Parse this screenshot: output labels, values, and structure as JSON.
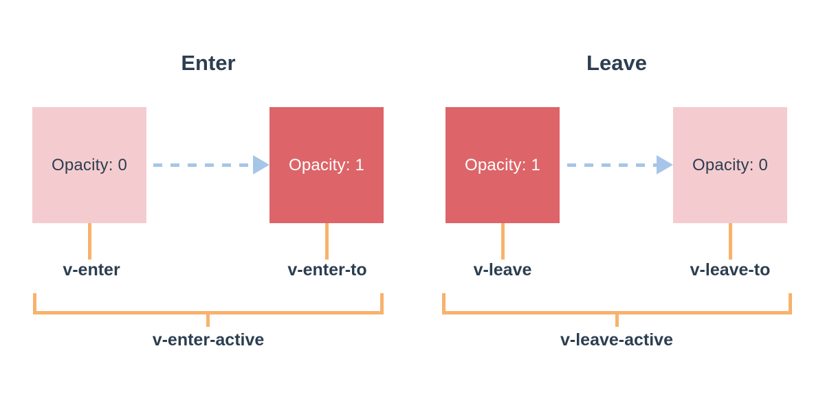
{
  "colors": {
    "background": "#ffffff",
    "text_dark": "#2c3e50",
    "box_faded": "#f4cccf",
    "box_solid": "#dd6468",
    "arrow_blue": "#a6c5e8",
    "bracket_orange": "#f8b26c",
    "box_text_light": "#ffffff"
  },
  "panels": [
    {
      "title": "Enter",
      "from_box": {
        "label": "Opacity: 0",
        "state": "faded"
      },
      "to_box": {
        "label": "Opacity: 1",
        "state": "solid"
      },
      "from_class_label": "v-enter",
      "to_class_label": "v-enter-to",
      "active_class_label": "v-enter-active"
    },
    {
      "title": "Leave",
      "from_box": {
        "label": "Opacity: 1",
        "state": "solid"
      },
      "to_box": {
        "label": "Opacity: 0",
        "state": "faded"
      },
      "from_class_label": "v-leave",
      "to_class_label": "v-leave-to",
      "active_class_label": "v-leave-active"
    }
  ]
}
